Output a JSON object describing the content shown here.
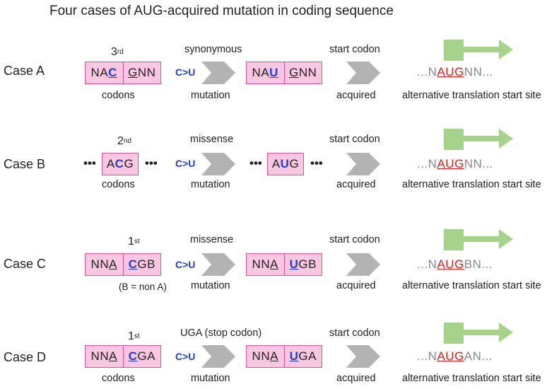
{
  "title": "Four cases of AUG-acquired mutation in coding sequence",
  "common": {
    "mutation_label": "mutation",
    "start_codon_label": "start codon",
    "acquired_label": "acquired",
    "alt_site_label": "alternative translation start site",
    "ellipsis": "...",
    "bullets": "•••",
    "mutation_type_cu": "C>U",
    "aug": "AUG"
  },
  "colors": {
    "blue": "#1f3fd6",
    "red": "#e01f1f",
    "green": "#a6d38b",
    "pink": "#f9c7e2",
    "gray_chevron": "#b3b3b3"
  },
  "cases": [
    {
      "label": "Case A",
      "position_base": "3",
      "position_sup": "rd",
      "effect": "synonymous",
      "below_wt": "codons",
      "wt": [
        [
          "NA",
          "C",
          ""
        ],
        [
          "",
          "G",
          "NN"
        ]
      ],
      "mut": [
        [
          "NA",
          "U",
          ""
        ],
        [
          "",
          "G",
          "NN"
        ]
      ],
      "seq_pre": "N",
      "seq_post": "NN..."
    },
    {
      "label": "Case B",
      "position_base": "2",
      "position_sup": "nd",
      "effect": "missense",
      "below_wt": "codons",
      "wt": [
        [
          "A",
          "C",
          "G"
        ]
      ],
      "mut": [
        [
          "A",
          "U",
          "G"
        ]
      ],
      "seq_pre": "N",
      "seq_post": "NN..."
    },
    {
      "label": "Case C",
      "position_base": "1",
      "position_sup": "st",
      "effect": "missense",
      "below_wt": "(B = non A)",
      "wt": [
        [
          "NN",
          "A",
          ""
        ],
        [
          "",
          "C",
          "GB"
        ]
      ],
      "mut": [
        [
          "NN",
          "A",
          ""
        ],
        [
          "",
          "U",
          "GB"
        ]
      ],
      "seq_pre": "N",
      "seq_post": "BN..."
    },
    {
      "label": "Case D",
      "position_base": "1",
      "position_sup": "st",
      "effect": "UGA (stop codon)",
      "below_wt": "codons",
      "wt": [
        [
          "NN",
          "A",
          ""
        ],
        [
          "",
          "C",
          "GA"
        ]
      ],
      "mut": [
        [
          "NN",
          "A",
          ""
        ],
        [
          "",
          "U",
          "GA"
        ]
      ],
      "seq_pre": "N",
      "seq_post": "AN..."
    }
  ]
}
